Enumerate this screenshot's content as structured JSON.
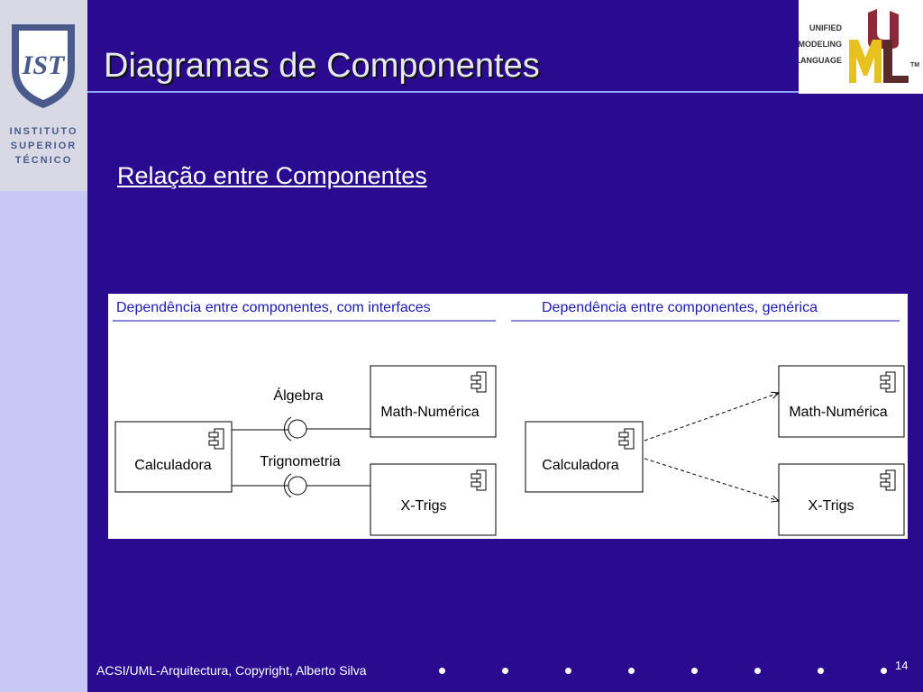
{
  "slide": {
    "title": "Diagramas de Componentes",
    "subtitle": "Relação entre Componentes",
    "footer": "ACSI/UML-Arquitectura, Copyright, Alberto Silva",
    "page_number": "14"
  },
  "logos": {
    "institution": [
      "INSTITUTO",
      "SUPERIOR",
      "TÉCNICO"
    ],
    "institution_monogram": "IST",
    "uml": [
      "UNIFIED",
      "MODELING",
      "LANGUAGE"
    ],
    "uml_trademark": "TM"
  },
  "diagram_left": {
    "heading": "Dependência entre componentes, com interfaces",
    "components": {
      "calculadora": "Calculadora",
      "math": "Math-Numérica",
      "xtrigs": "X-Trigs"
    },
    "interfaces": {
      "algebra": "Álgebra",
      "trig": "Trignometria"
    }
  },
  "diagram_right": {
    "heading": "Dependência entre componentes, genérica",
    "components": {
      "calculadora": "Calculadora",
      "math": "Math-Numérica",
      "xtrigs": "X-Trigs"
    }
  },
  "colors": {
    "background": "#2a0a8f",
    "sidebar": "#c8c8f4",
    "heading_text": "#1a1ab0",
    "rule": "#8fa8ff"
  }
}
